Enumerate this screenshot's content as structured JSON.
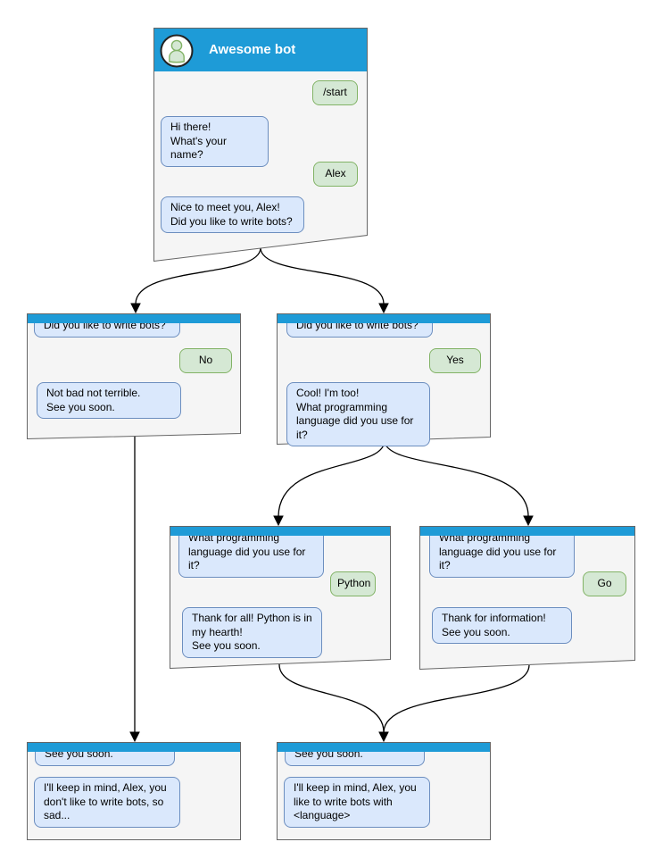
{
  "colors": {
    "titlebar_blue": "#1e9bd7",
    "window_bg": "#f5f5f5",
    "window_border": "#666666",
    "bot_bubble_bg": "#dae8fc",
    "bot_bubble_border": "#6c8ebf",
    "user_bubble_bg": "#d5e8d4",
    "user_bubble_border": "#82b366",
    "connector_color": "#000000",
    "title_text": "#ffffff"
  },
  "windows": [
    {
      "name": "main",
      "title": "Awesome bot",
      "messages": [
        {
          "from": "user",
          "text": "/start"
        },
        {
          "from": "bot",
          "text": "Hi there!\nWhat's your name?"
        },
        {
          "from": "user",
          "text": "Alex"
        },
        {
          "from": "bot",
          "text": "Nice to meet you, Alex!\nDid you like to write bots?"
        }
      ]
    },
    {
      "name": "branch-no",
      "messages": [
        {
          "from": "bot",
          "text": "Did you like to write bots?"
        },
        {
          "from": "user",
          "text": "No"
        },
        {
          "from": "bot",
          "text": "Not bad not terrible.\nSee you soon."
        }
      ]
    },
    {
      "name": "branch-yes",
      "messages": [
        {
          "from": "bot",
          "text": "Did you like to write bots?"
        },
        {
          "from": "user",
          "text": "Yes"
        },
        {
          "from": "bot",
          "text": "Cool! I'm too!\nWhat programming\nlanguage did you use for it?"
        }
      ]
    },
    {
      "name": "lang-python",
      "messages": [
        {
          "from": "bot",
          "text": "What programming\nlanguage did you use for it?"
        },
        {
          "from": "user",
          "text": "Python"
        },
        {
          "from": "bot",
          "text": "Thank for all! Python is in\nmy hearth!\nSee you soon."
        }
      ]
    },
    {
      "name": "lang-go",
      "messages": [
        {
          "from": "bot",
          "text": "What programming\nlanguage did you use for it?"
        },
        {
          "from": "user",
          "text": "Go"
        },
        {
          "from": "bot",
          "text": "Thank for information!\nSee you soon."
        }
      ]
    },
    {
      "name": "end-no",
      "messages": [
        {
          "from": "bot",
          "text": "See you soon."
        },
        {
          "from": "bot",
          "text": "I'll keep in mind, Alex, you\ndon't like to write bots, so\nsad..."
        }
      ]
    },
    {
      "name": "end-yes",
      "messages": [
        {
          "from": "bot",
          "text": "See you soon."
        },
        {
          "from": "bot",
          "text": "I'll keep in mind, Alex, you\nlike to write bots with\n<language>"
        }
      ]
    }
  ]
}
